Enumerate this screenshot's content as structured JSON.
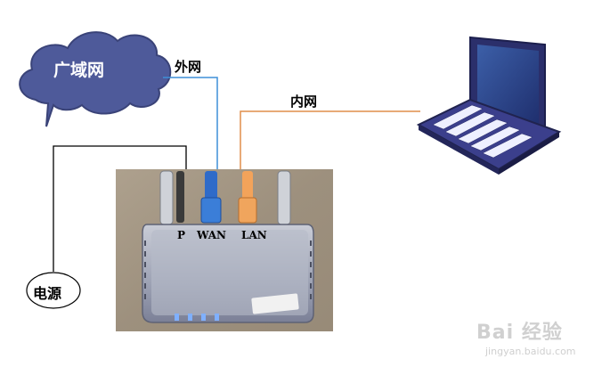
{
  "cloud_label": "广域网",
  "wan_net_label": "外网",
  "lan_net_label": "内网",
  "ports": {
    "p": "P",
    "wan": "WAN",
    "lan": "LAN"
  },
  "power_label": "电源",
  "watermark": {
    "brand": "Bai 经验",
    "url": "jingyan.baidu.com"
  },
  "colors": {
    "cloud": "#4e5a9a",
    "wan_cable": "#3f8fd8",
    "lan_cable": "#e08d4a",
    "power_line": "#000000",
    "laptop": "#3b3f8c"
  }
}
